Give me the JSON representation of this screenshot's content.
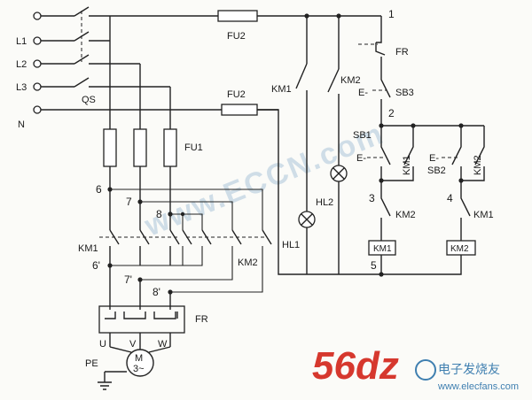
{
  "labels": {
    "L1": "L1",
    "L2": "L2",
    "L3": "L3",
    "N": "N",
    "QS": "QS",
    "FU2_top": "FU2",
    "FU2_mid": "FU2",
    "FU1": "FU1",
    "KM1_left": "KM1",
    "KM2_left": "KM2",
    "FR_bottom": "FR",
    "U": "U",
    "V": "V",
    "W": "W",
    "PE": "PE",
    "motor": "M",
    "motor_phase": "3~",
    "KM1_lamp": "KM1",
    "KM2_lamp": "KM2",
    "HL1": "HL1",
    "HL2": "HL2",
    "FR_ctrl": "FR",
    "SB3": "SB3",
    "SB1": "SB1",
    "SB2": "SB2",
    "E1": "E-",
    "E2": "E-",
    "E3": "E-",
    "KM1_hold": "KM1",
    "KM2_hold": "KM2",
    "KM2_inter": "KM2",
    "KM1_inter": "KM1",
    "coil1": "KM1",
    "coil2": "KM2"
  },
  "nodes": {
    "n1": "1",
    "n2": "2",
    "n3": "3",
    "n4": "4",
    "n5": "5",
    "n6": "6",
    "n7": "7",
    "n8": "8",
    "n6p": "6'",
    "n7p": "7'",
    "n8p": "8'"
  },
  "watermarks": {
    "eccn": "www.ECCN.com",
    "brand": "56dz",
    "brand_cn": "电子发烧友",
    "brand_url": "www.elecfans.com"
  }
}
